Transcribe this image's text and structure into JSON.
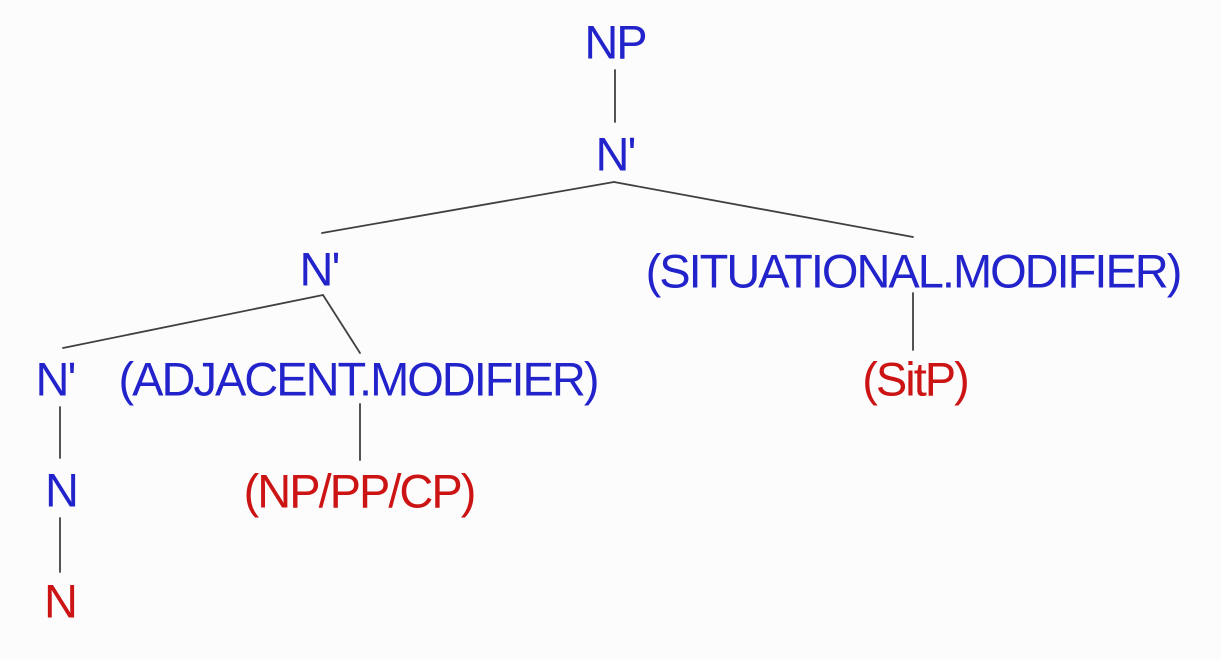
{
  "diagram": {
    "type": "syntax-tree",
    "colors": {
      "category_text": "#2323cc",
      "phrase_text": "#cc1414",
      "edge": "#404040",
      "background": "#fcfcfc"
    },
    "nodes": [
      {
        "id": "np-root",
        "label": "NP",
        "color_role": "category"
      },
      {
        "id": "nbar-top",
        "label": "N'",
        "color_role": "category"
      },
      {
        "id": "nbar-mid",
        "label": "N'",
        "color_role": "category"
      },
      {
        "id": "situational-modifier",
        "label": "(SITUATIONAL.MODIFIER)",
        "color_role": "category"
      },
      {
        "id": "nbar-left",
        "label": "N'",
        "color_role": "category"
      },
      {
        "id": "adjacent-modifier",
        "label": "(ADJACENT.MODIFIER)",
        "color_role": "category"
      },
      {
        "id": "sitp",
        "label": "(SitP)",
        "color_role": "phrase"
      },
      {
        "id": "np-pp-cp",
        "label": "(NP/PP/CP)",
        "color_role": "phrase"
      },
      {
        "id": "n-head",
        "label": "N",
        "color_role": "category"
      },
      {
        "id": "n-terminal",
        "label": "N",
        "color_role": "phrase"
      }
    ],
    "hierarchy": {
      "label": "NP",
      "children": [
        {
          "label": "N'",
          "children": [
            {
              "label": "N'",
              "children": [
                {
                  "label": "N'",
                  "children": [
                    {
                      "label": "N",
                      "children": [
                        {
                          "label": "N",
                          "children": []
                        }
                      ]
                    }
                  ]
                },
                {
                  "label": "(ADJACENT.MODIFIER)",
                  "children": [
                    {
                      "label": "(NP/PP/CP)",
                      "children": []
                    }
                  ]
                }
              ]
            },
            {
              "label": "(SITUATIONAL.MODIFIER)",
              "children": [
                {
                  "label": "(SitP)",
                  "children": []
                }
              ]
            }
          ]
        }
      ]
    }
  }
}
